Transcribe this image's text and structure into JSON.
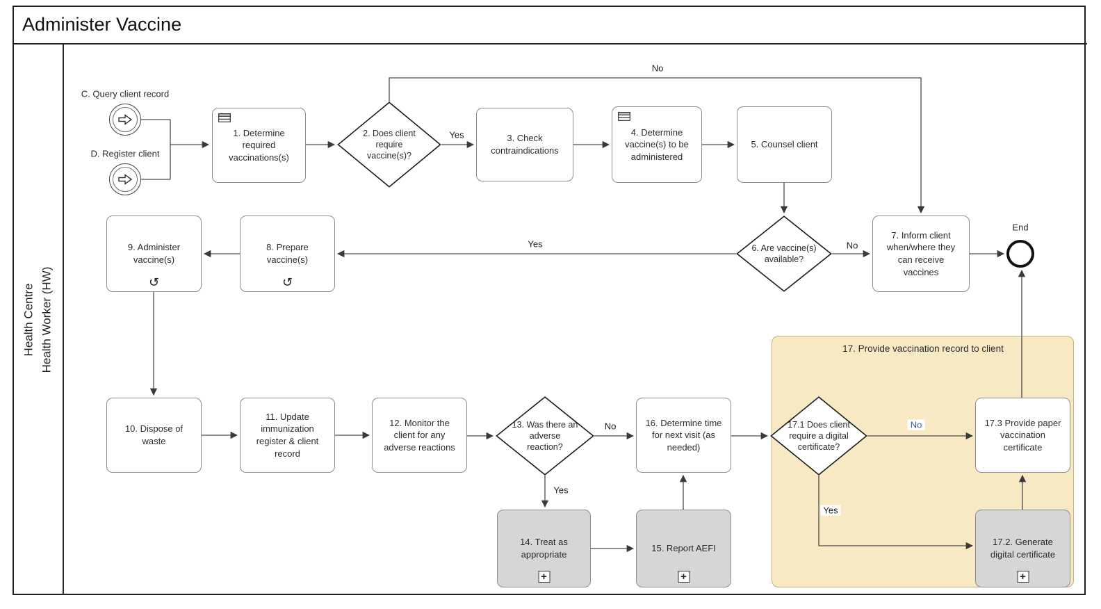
{
  "title": "Administer Vaccine",
  "lane": {
    "line1": "Health Centre",
    "line2": "Health Worker (HW)"
  },
  "events": {
    "c_label": "C. Query client record",
    "d_label": "D. Register client",
    "end_label": "End"
  },
  "tasks": {
    "t1": "1. Determine required vaccinations(s)",
    "t3": "3. Check contraindications",
    "t4": "4. Determine vaccine(s) to be administered",
    "t5": "5. Counsel client",
    "t7": "7. Inform client when/where they can receive vaccines",
    "t8": "8. Prepare vaccine(s)",
    "t9": "9. Administer vaccine(s)",
    "t10": "10. Dispose of waste",
    "t11": "11. Update immunization register & client record",
    "t12": "12. Monitor the client for any adverse reactions",
    "t14": "14. Treat as appropriate",
    "t15": "15. Report AEFI",
    "t16": "16. Determine time for next visit (as needed)",
    "t17_2": "17.2. Generate digital certificate",
    "t17_3": "17.3 Provide paper vaccination certificate"
  },
  "gateways": {
    "g2": "2. Does client require vaccine(s)?",
    "g6": "6. Are vaccine(s) available?",
    "g13": "13. Was there an adverse reaction?",
    "g17_1": "17.1 Does client require a digital certificate?"
  },
  "group17": {
    "label": "17. Provide vaccination record to client"
  },
  "edge_labels": {
    "no_2_to_7": "No",
    "yes_2_to_3": "Yes",
    "no_6_to_7": "No",
    "yes_6_to_8": "Yes",
    "no_13_to_16": "No",
    "yes_13_to_14": "Yes",
    "no_171_to_173": "No",
    "yes_171_to_172": "Yes"
  },
  "markers": {
    "plus": "+",
    "loop": "↺"
  },
  "colors": {
    "group_fill": "#F7E9C3",
    "group_border": "#C9B273",
    "subprocess_fill": "#D6D6D6",
    "task_border": "#8C8C8C",
    "connector": "#4A4A4A",
    "no_label_blue": "#2B5FAD"
  }
}
